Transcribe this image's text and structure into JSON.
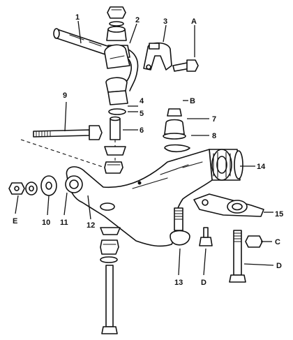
{
  "callouts": {
    "c1": "1",
    "c2": "2",
    "c3": "3",
    "cA": "A",
    "c9": "9",
    "cB": "B",
    "c4": "4",
    "c5": "5",
    "c6": "6",
    "c7": "7",
    "c8": "8",
    "c14": "14",
    "cE": "E",
    "c10": "10",
    "c11": "11",
    "c12": "12",
    "c15": "15",
    "cC": "C",
    "c13": "13",
    "cD1": "D",
    "cD2": "D"
  }
}
